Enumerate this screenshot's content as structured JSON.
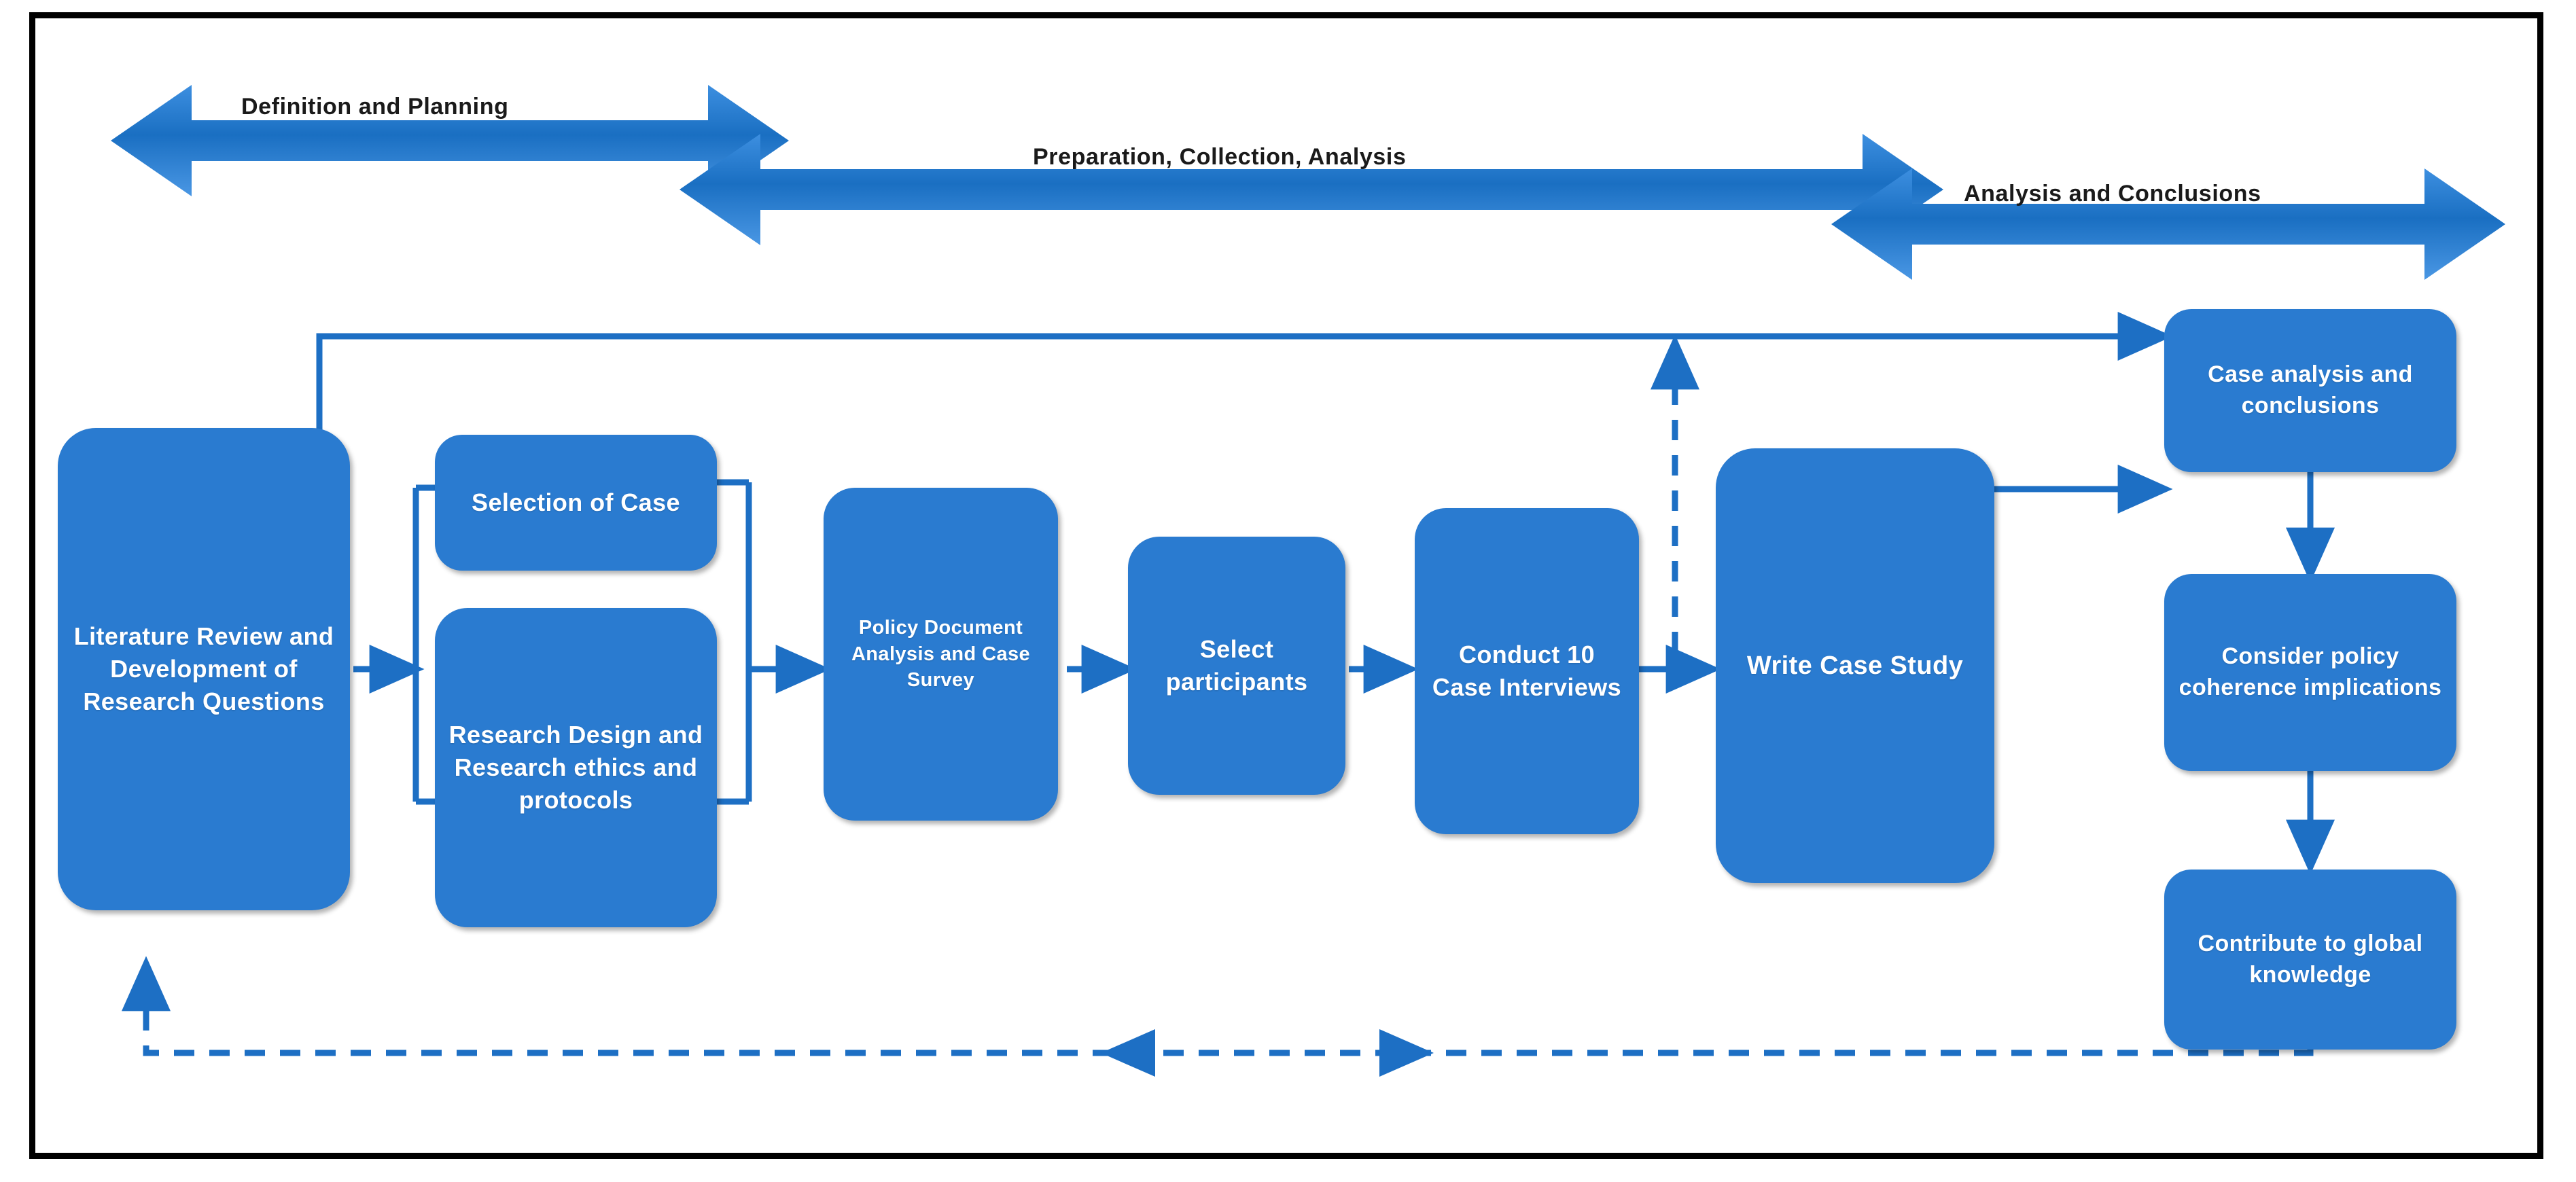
{
  "figure": {
    "title": "Case study research process flowchart",
    "accent_blue": "#2a7bd0",
    "arrow_blue": "#1d6fc4",
    "frame_color": "#000000",
    "background": "#ffffff"
  },
  "phase_bands": [
    {
      "id": "definition-planning",
      "label": "Definition and Planning"
    },
    {
      "id": "preparation-collection",
      "label": "Preparation, Collection, Analysis"
    },
    {
      "id": "analysis-conclusions",
      "label": "Analysis and Conclusions"
    }
  ],
  "nodes": [
    {
      "id": "literature-review",
      "label": "Literature Review and Development of Research Questions"
    },
    {
      "id": "selection-of-case",
      "label": "Selection of Case"
    },
    {
      "id": "research-design",
      "label": "Research Design and Research ethics and protocols"
    },
    {
      "id": "policy-document",
      "label": "Policy Document Analysis and Case Survey"
    },
    {
      "id": "select-participants",
      "label": "Select participants"
    },
    {
      "id": "conduct-interviews",
      "label": "Conduct 10 Case Interviews"
    },
    {
      "id": "write-case-study",
      "label": "Write Case Study"
    },
    {
      "id": "case-analysis",
      "label": "Case analysis and conclusions"
    },
    {
      "id": "policy-coherence",
      "label": "Consider policy coherence implications"
    },
    {
      "id": "global-knowledge",
      "label": "Contribute to global knowledge"
    }
  ],
  "connectors": [
    {
      "id": "lit-to-bracket",
      "style": "solid",
      "from": "literature-review",
      "to": "case-and-design-bracket"
    },
    {
      "id": "bracket-to-policy-doc",
      "style": "solid",
      "from": "case-and-design-bracket",
      "to": "policy-document"
    },
    {
      "id": "policy-doc-to-participants",
      "style": "solid",
      "from": "policy-document",
      "to": "select-participants"
    },
    {
      "id": "participants-to-interviews",
      "style": "solid",
      "from": "select-participants",
      "to": "conduct-interviews"
    },
    {
      "id": "interviews-to-write",
      "style": "solid",
      "from": "conduct-interviews",
      "to": "write-case-study"
    },
    {
      "id": "write-to-case-analysis",
      "style": "solid",
      "from": "write-case-study",
      "to": "case-analysis"
    },
    {
      "id": "case-analysis-to-coherence",
      "style": "solid",
      "from": "case-analysis",
      "to": "policy-coherence"
    },
    {
      "id": "coherence-to-global",
      "style": "solid",
      "from": "policy-coherence",
      "to": "global-knowledge"
    },
    {
      "id": "top-return-loop",
      "style": "solid",
      "from": "case-analysis",
      "to": "literature-review"
    },
    {
      "id": "interviews-dashed-up",
      "style": "dashed",
      "from": "interviews-to-write",
      "to": "top-return-loop"
    },
    {
      "id": "bottom-feedback-loop",
      "style": "dashed",
      "from": "global-knowledge",
      "to": "literature-review"
    }
  ]
}
